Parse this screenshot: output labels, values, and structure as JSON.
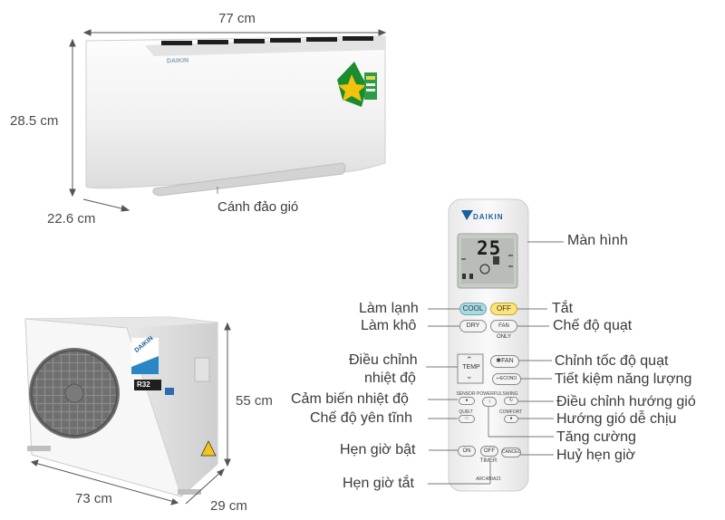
{
  "dimensions": {
    "indoor_width": "77 cm",
    "indoor_height": "28.5 cm",
    "indoor_depth": "22.6 cm",
    "outdoor_height": "55 cm",
    "outdoor_width": "73 cm",
    "outdoor_depth": "29 cm"
  },
  "indoor_unit": {
    "brand": "DAIKIN",
    "louver_label": "Cánh đảo gió"
  },
  "outdoor_unit": {
    "brand": "DAIKIN",
    "model_badge": "R32"
  },
  "remote": {
    "brand": "DAIKIN",
    "display_temp": "25",
    "model": "ARC480A21",
    "buttons": {
      "cool": "COOL",
      "off": "OFF",
      "dry": "DRY",
      "fan_only": "FAN ONLY",
      "temp": "TEMP",
      "fan": "FAN",
      "econo": "ECONO",
      "sensor": "SENSOR",
      "powerful": "POWERFUL",
      "swing": "SWING",
      "quiet": "QUIET",
      "comfort": "COMFORT",
      "on": "ON",
      "timer_off": "OFF",
      "timer": "TIMER",
      "cancel": "CANCEL"
    }
  },
  "labels": {
    "man_hinh": "Màn hình",
    "lam_lanh": "Làm lạnh",
    "tat": "Tắt",
    "lam_kho": "Làm khô",
    "che_do_quat": "Chế độ quạt",
    "dieu_chinh_1": "Điều chỉnh",
    "nhiet_do": "nhiệt độ",
    "chinh_toc_do_quat": "Chỉnh tốc độ quạt",
    "tiet_kiem": "Tiết kiệm năng lượng",
    "cam_bien": "Cảm biến nhiệt độ",
    "dieu_chinh_huong_gio": "Điều chỉnh hướng gió",
    "che_do_yen_tinh": "Chế độ yên tĩnh",
    "huong_gio_de_chiu": "Hướng gió dễ chịu",
    "tang_cuong": "Tăng cường",
    "hen_gio_bat": "Hẹn giờ bật",
    "huy_hen_gio": "Huỷ hẹn giờ",
    "hen_gio_tat": "Hẹn giờ tắt"
  }
}
